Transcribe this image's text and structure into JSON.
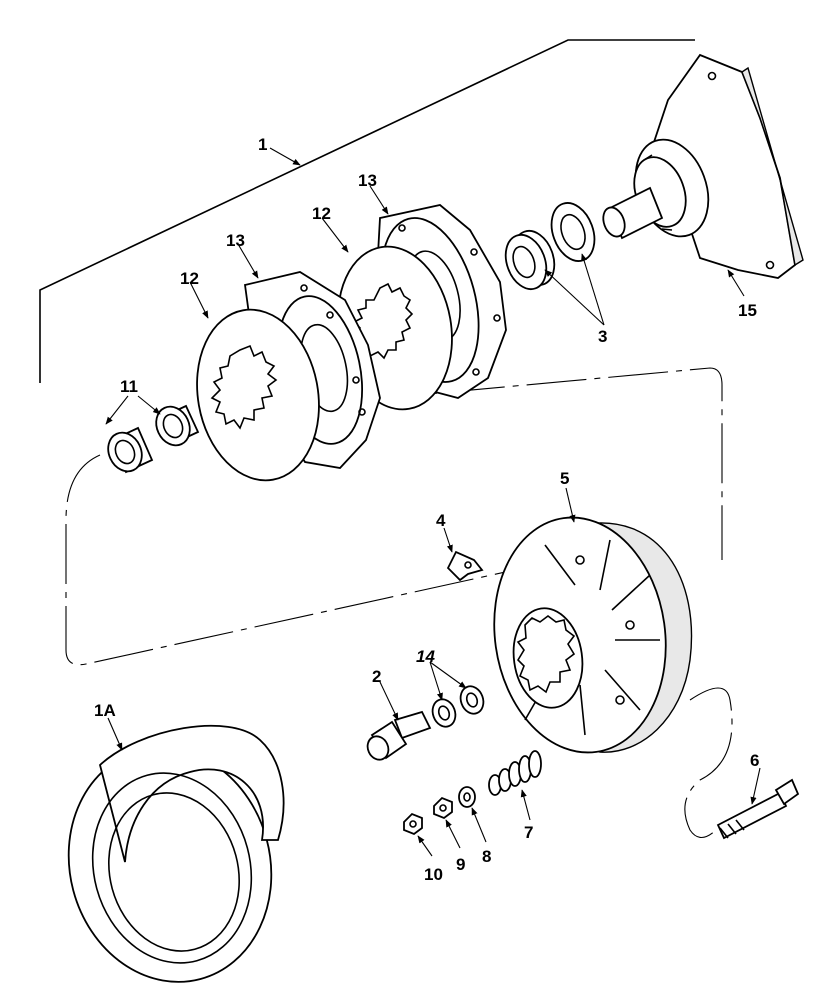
{
  "callouts": {
    "c1": "1",
    "c1a": "1A",
    "c2": "2",
    "c3": "3",
    "c4": "4",
    "c5": "5",
    "c6": "6",
    "c7": "7",
    "c8": "8",
    "c9": "9",
    "c10": "10",
    "c11": "11",
    "c12a": "12",
    "c12b": "12",
    "c13a": "13",
    "c13b": "13",
    "c14": "14",
    "c15": "15"
  }
}
